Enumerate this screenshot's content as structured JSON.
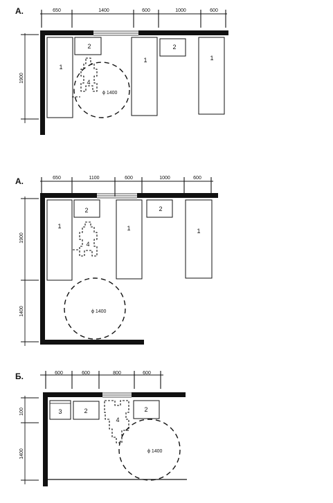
{
  "plan_a1": {
    "label": "А.",
    "dims_top": [
      "650",
      "1400",
      "600",
      "1000",
      "600"
    ],
    "dim_left": "1900",
    "items": [
      "1",
      "2",
      "1",
      "2",
      "1",
      "4"
    ],
    "circle_label": "ϕ 1400"
  },
  "plan_a2": {
    "label": "А.",
    "dims_top": [
      "650",
      "1100",
      "600",
      "1000",
      "600"
    ],
    "dims_left": [
      "1900",
      "1400"
    ],
    "items": [
      "2",
      "2",
      "1",
      "1",
      "1",
      "4"
    ],
    "circle_label": "ϕ 1400"
  },
  "plan_b": {
    "label": "Б.",
    "dims_top": [
      "600",
      "600",
      "800",
      "600"
    ],
    "dims_left": [
      "100",
      "1400"
    ],
    "items": [
      "3",
      "2",
      "2",
      "4"
    ],
    "circle_label": "ϕ 1400"
  }
}
